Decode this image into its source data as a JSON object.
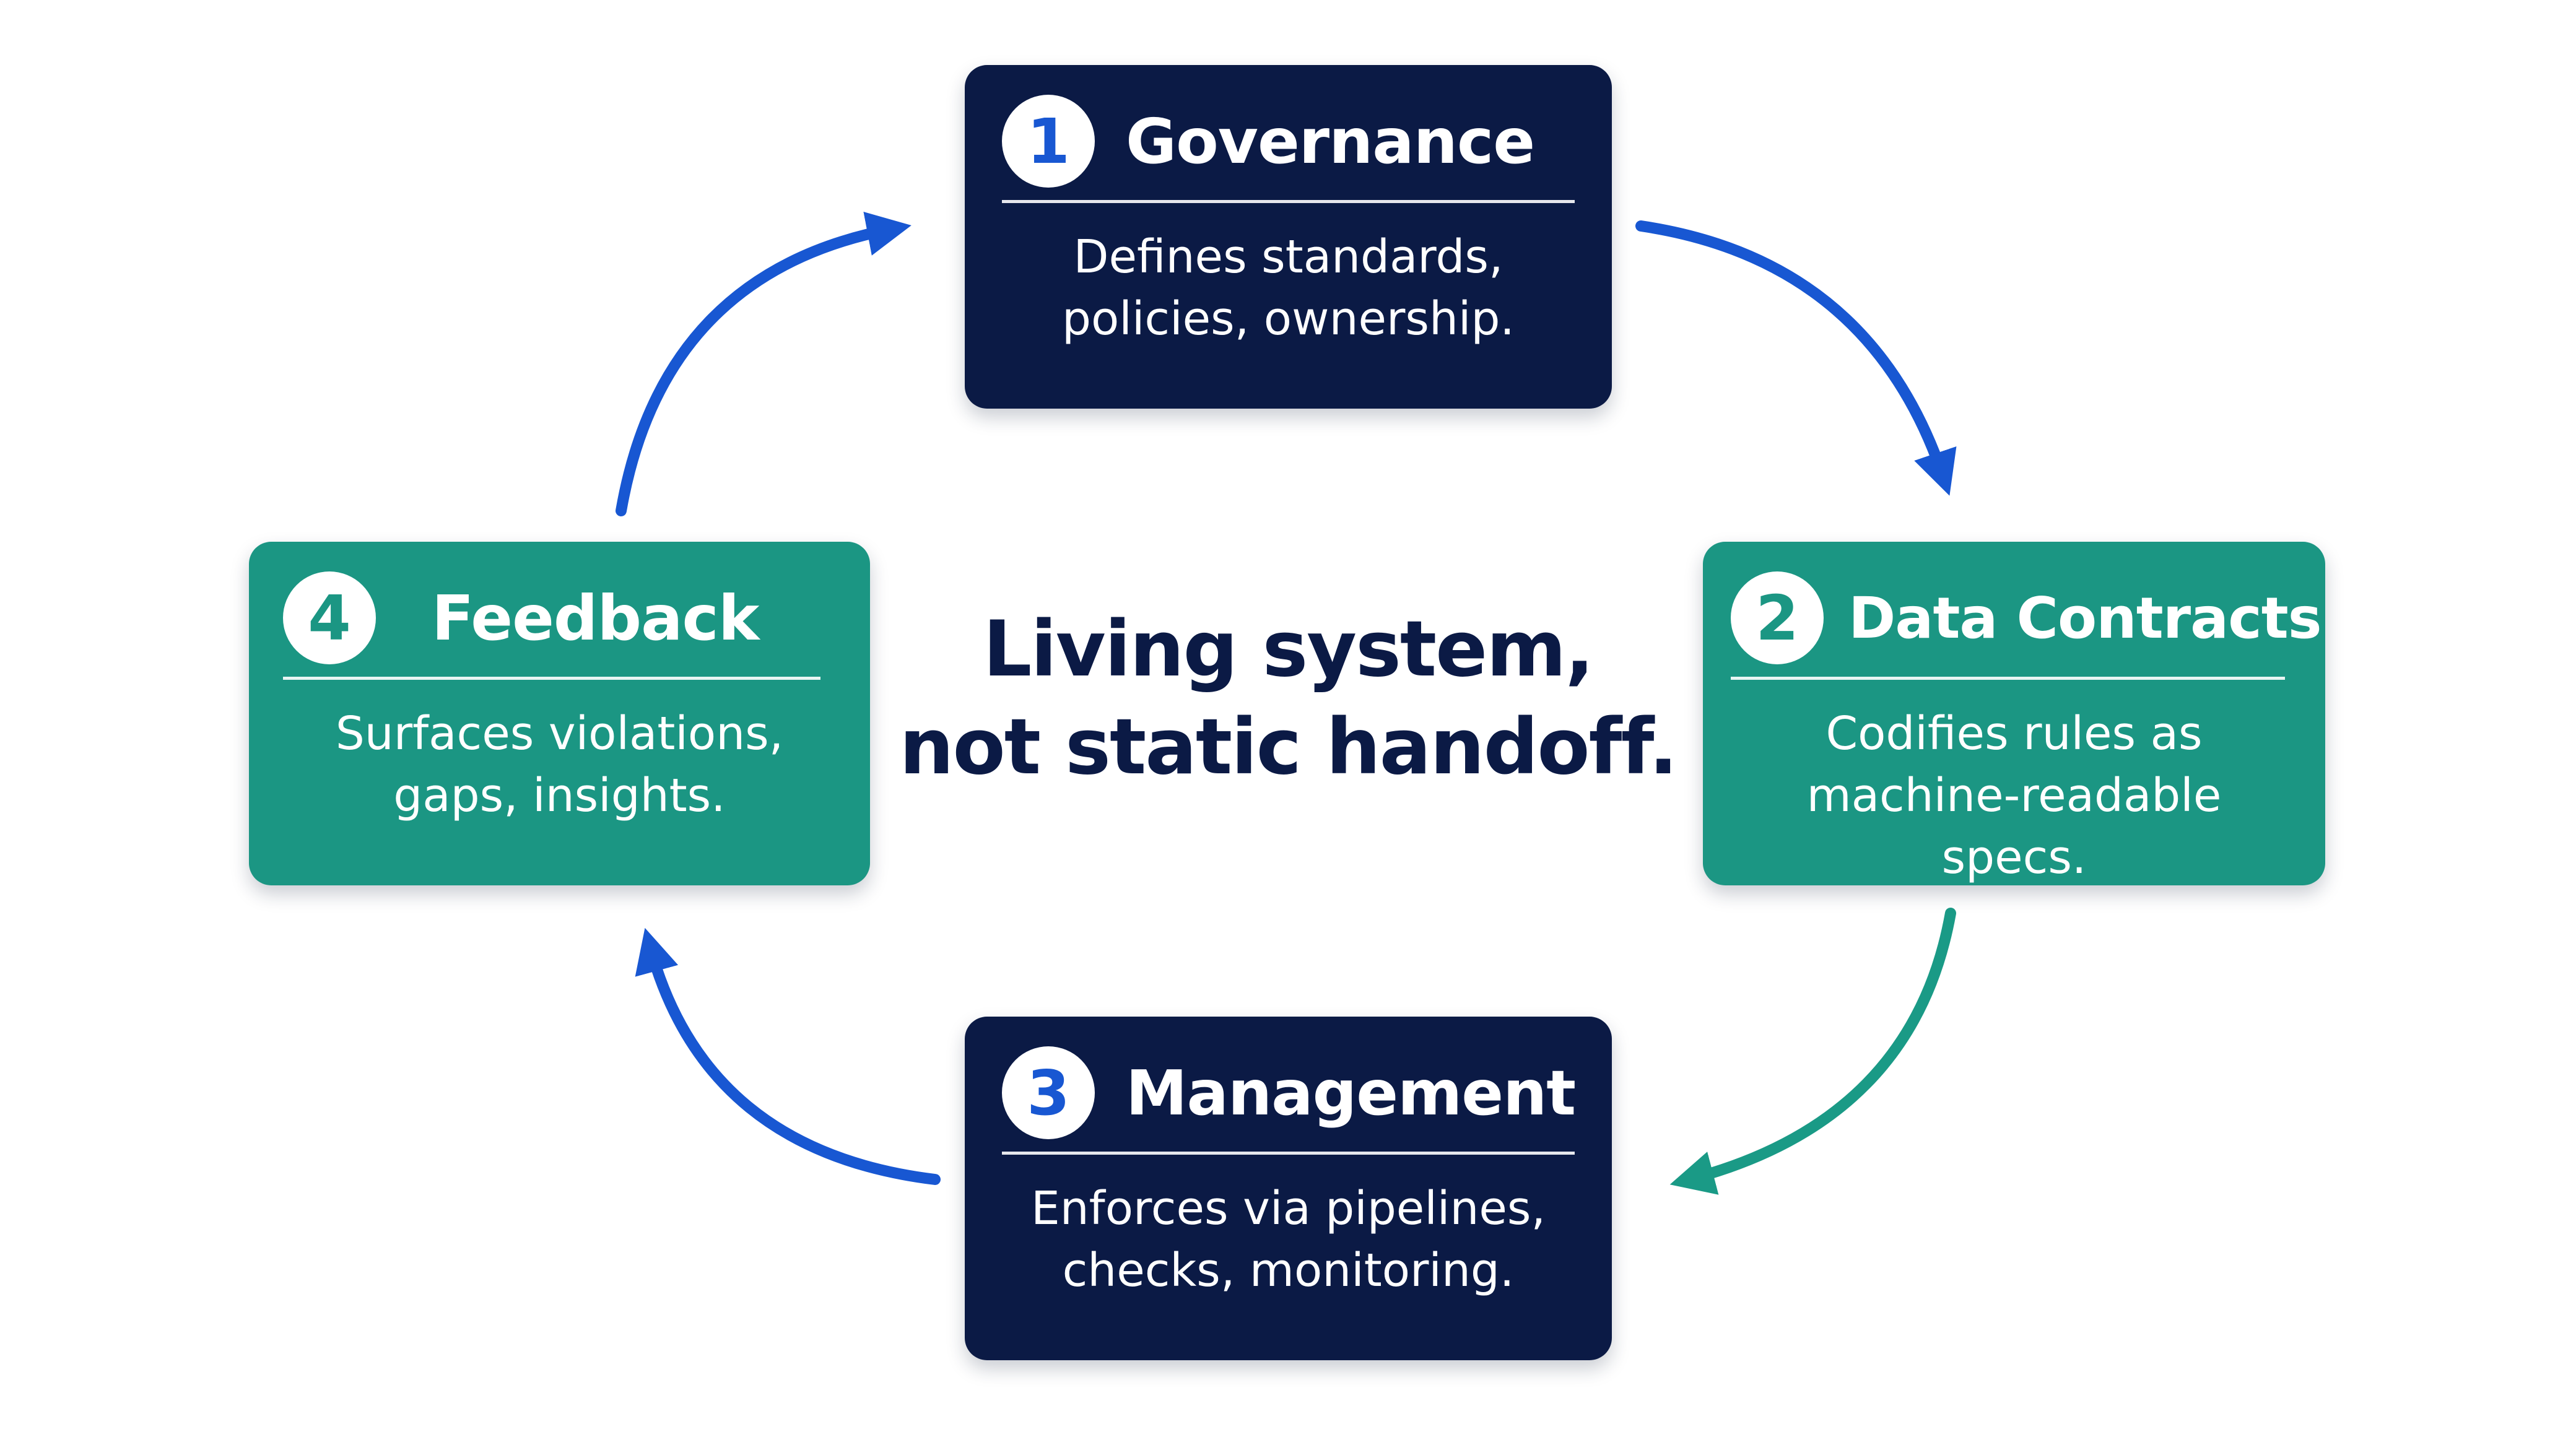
{
  "colors": {
    "navy": "#0b1a45",
    "teal": "#1b9683",
    "blue_arrow": "#1857d2",
    "teal_arrow": "#1a9a86",
    "text_dark": "#0b1a45",
    "background": "#ffffff"
  },
  "center": {
    "line1": "Living system,",
    "line2": "not static handoff."
  },
  "steps": [
    {
      "number": "1",
      "title": "Governance",
      "desc_line1": "Defines standards,",
      "desc_line2": "policies, ownership."
    },
    {
      "number": "2",
      "title": "Data Contracts",
      "desc_line1": "Codifies rules as",
      "desc_line2": "machine-readable specs."
    },
    {
      "number": "3",
      "title": "Management",
      "desc_line1": "Enforces via pipelines,",
      "desc_line2": "checks, monitoring."
    },
    {
      "number": "4",
      "title": "Feedback",
      "desc_line1": "Surfaces violations,",
      "desc_line2": "gaps, insights."
    }
  ]
}
